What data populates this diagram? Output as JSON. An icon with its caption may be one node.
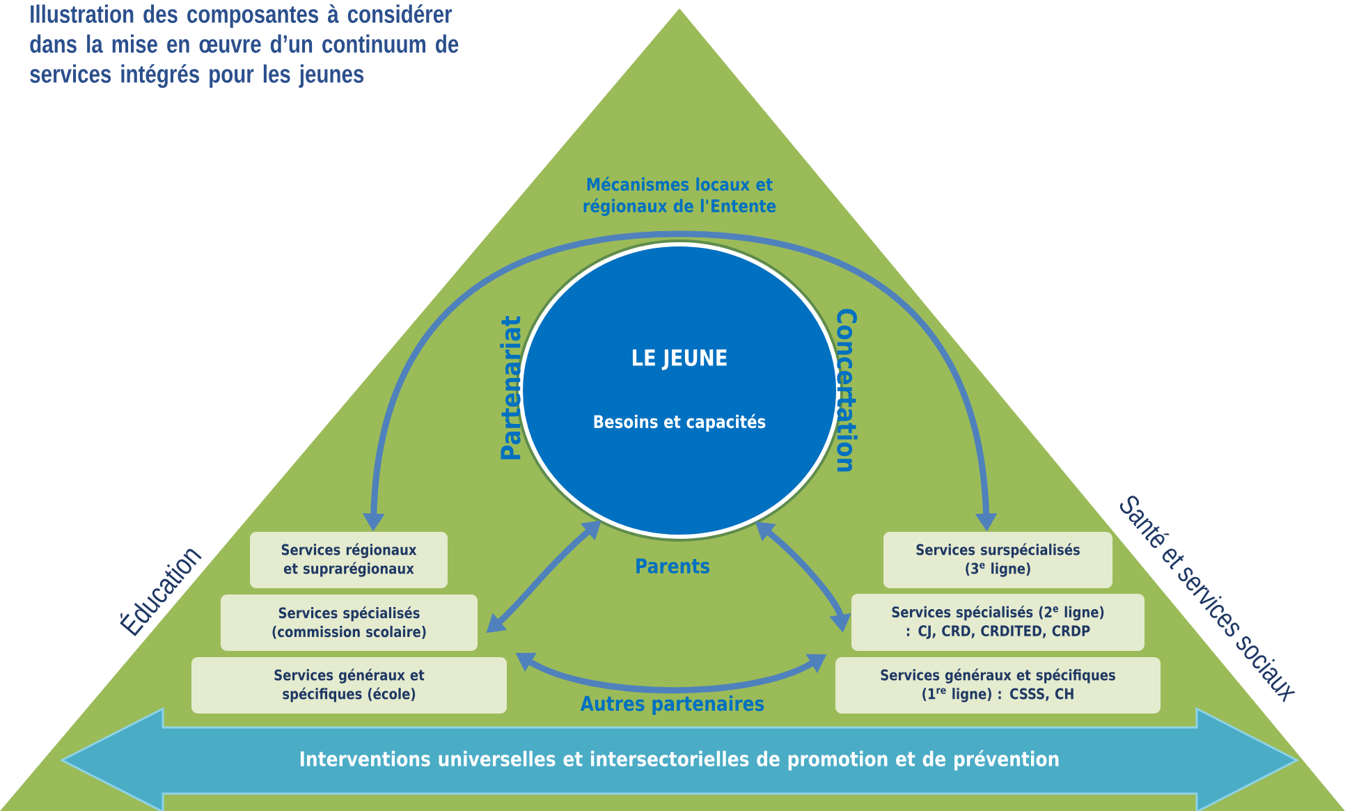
{
  "diagram": {
    "title": "Illustration des composantes à considérer dans la mise en œuvre d’un continuum de services intégrés pour les jeunes",
    "nodes": [
      {
        "text": [
          "LE JEUNE",
          "Besoins et capacités"
        ]
      },
      {
        "text": [
          "Services régionaux et suprarégionaux"
        ]
      },
      {
        "text": [
          "Services spécialisés (commission scolaire)"
        ]
      },
      {
        "text": [
          "Services généraux et spécifiques (école)"
        ]
      },
      {
        "text": [
          "Services surspécialisés (3$^{e}$ ligne)"
        ]
      },
      {
        "text": [
          "Services spécialisés (2$^{e}$ ligne) : CJ, CRD, CRDITED, CRDP"
        ]
      },
      {
        "text": [
          "Services généraux et spécifiques (1$^{re}$ ligne) : CSSS, CH"
        ]
      },
      {
        "text": [
          "Interventions universelles et intersectorielles de promotion et de prévention"
        ]
      }
    ],
    "edges": [
      {
        "from": 1,
        "to": 4,
        "arrow": "both",
        "label": "Mécanismes locaux et régionaux de l'Entente"
      },
      {
        "from": 0,
        "to": 2,
        "arrow": "both"
      },
      {
        "from": 0,
        "to": 5,
        "arrow": "both"
      },
      {
        "from": 3,
        "to": 6,
        "arrow": "both",
        "label": "Autres partenaires"
      }
    ],
    "labels": [
      "Partenariat",
      "Concertation",
      "Parents",
      "Éducation",
      "Santé et services sociaux"
    ]
  }
}
